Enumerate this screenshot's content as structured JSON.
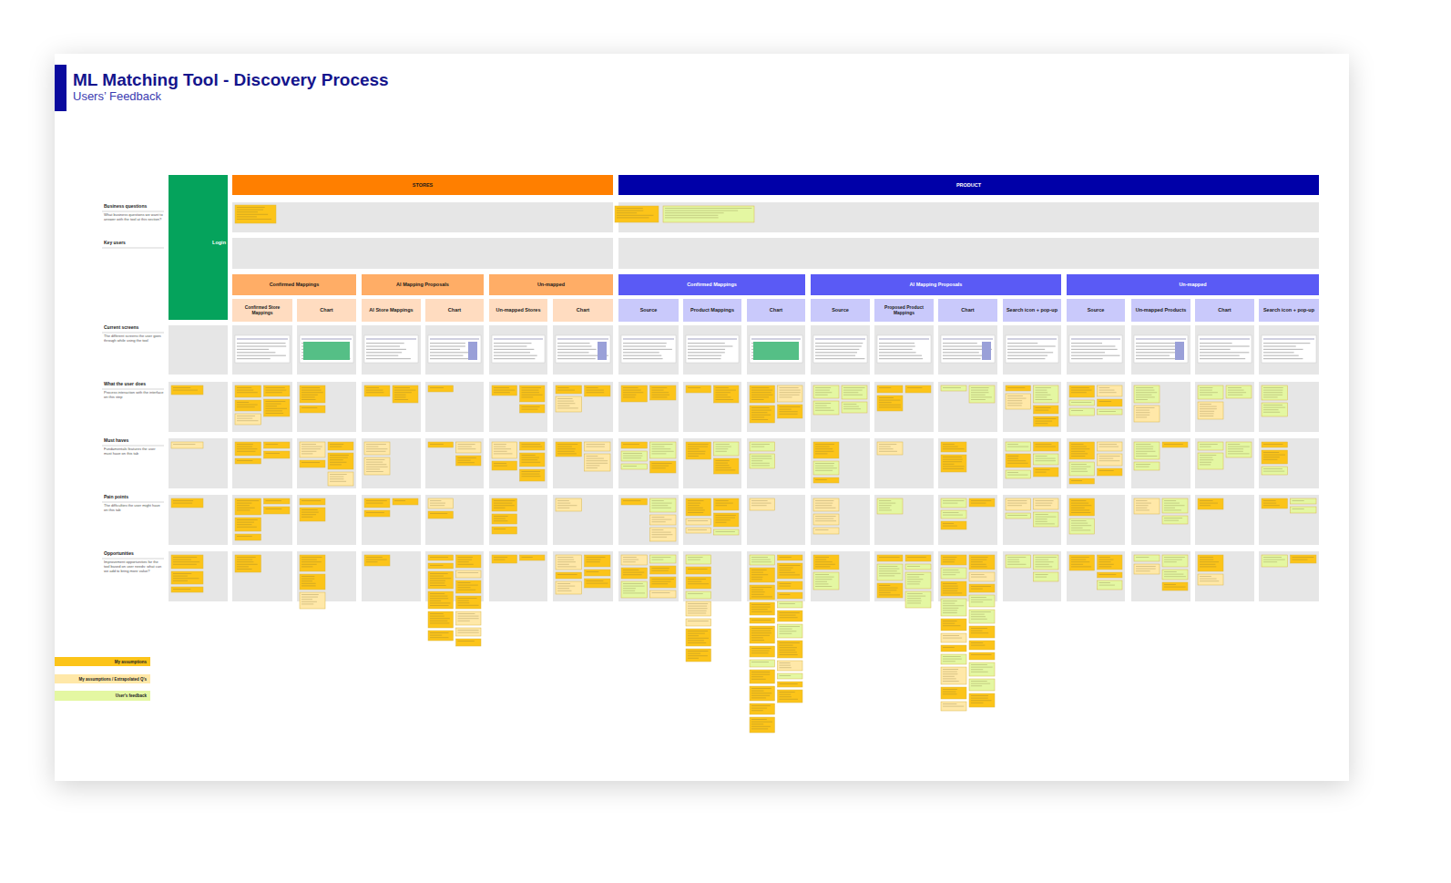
{
  "diagram": {
    "title": "ML Matching Tool - Discovery Process",
    "nodes": [
      {
        "text": [
          "Login"
        ]
      },
      {
        "text": [
          "STORES"
        ]
      },
      {
        "text": [
          "PRODUCT"
        ]
      },
      {
        "text": [
          "Confirmed Mappings"
        ]
      },
      {
        "text": [
          "AI Mapping Proposals"
        ]
      },
      {
        "text": [
          "Un-mapped"
        ]
      },
      {
        "text": [
          "Confirmed Store Mappings"
        ]
      },
      {
        "text": [
          "Chart"
        ]
      },
      {
        "text": [
          "AI Store Mappings"
        ]
      },
      {
        "text": [
          "Chart"
        ]
      },
      {
        "text": [
          "Un-mapped Stores"
        ]
      },
      {
        "text": [
          "Chart"
        ]
      },
      {
        "text": [
          "Confirmed Mappings"
        ]
      },
      {
        "text": [
          "AI Mapping Proposals"
        ]
      },
      {
        "text": [
          "Un-mapped"
        ]
      },
      {
        "text": [
          "Source"
        ]
      },
      {
        "text": [
          "Product Mappings"
        ]
      },
      {
        "text": [
          "Chart"
        ]
      },
      {
        "text": [
          "Source"
        ]
      },
      {
        "text": [
          "Proposed Product Mappings"
        ]
      },
      {
        "text": [
          "Chart"
        ]
      },
      {
        "text": [
          "Search icon + pop-up"
        ]
      },
      {
        "text": [
          "Source"
        ]
      },
      {
        "text": [
          "Un-mapped Products"
        ]
      },
      {
        "text": [
          "Chart"
        ]
      },
      {
        "text": [
          "Search icon + pop-up"
        ]
      }
    ],
    "labels": [
      "Users’ Feedback",
      "Business questions",
      "What business questions we want to answer with the tool at this section?",
      "Key users",
      "Current screens",
      "The different screens the user goes through while using the tool",
      "What the user does",
      "Process interaction with the interface on this step",
      "Must haves",
      "Fundamentals features the user must have on this tab",
      "Pain points",
      "The difficulties the user might have on this tab",
      "Opportunities",
      "Improvement opportunities for the tool based on user needs: what can we add to bring more value?"
    ],
    "legend": [
      {
        "text": "My assumptions",
        "color": "#fcc419"
      },
      {
        "text": "My assumptions / Extrapolated Q's",
        "color": "#ffe8a8"
      },
      {
        "text": "User's feedback",
        "color": "#e4f7a2"
      }
    ]
  }
}
